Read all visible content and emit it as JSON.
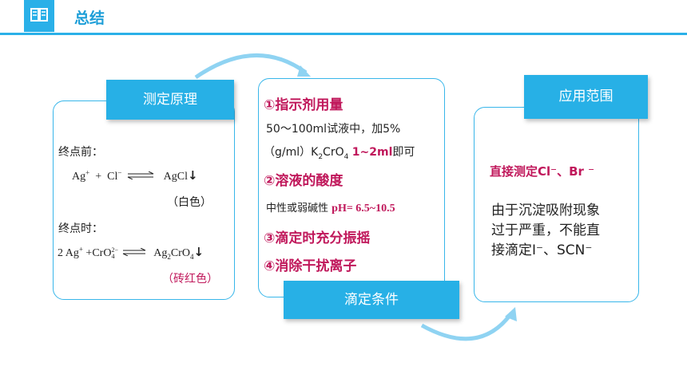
{
  "header": {
    "title": "总结",
    "icon": "book-icon",
    "accent": "#2ab0e8"
  },
  "principle": {
    "tag": "测定原理",
    "before_label": "终点前：",
    "eq1_left": "Ag",
    "eq1_plus": "+",
    "eq1_cl": "Cl",
    "eq1_minus": "−",
    "eq1_right": "AgCl",
    "eq1_color": "（白色）",
    "after_label": "终点时：",
    "eq2_coef": "2 Ag",
    "eq2_plus": "+",
    "eq2_cro": "CrO",
    "eq2_sub": "4",
    "eq2_sup": "2−",
    "eq2_right": "Ag",
    "eq2_right_sub": "2",
    "eq2_right2": "CrO",
    "eq2_right_sub2": "4",
    "eq2_color": "（砖红色）"
  },
  "conditions": {
    "tag": "滴定条件",
    "item1": "①指示剂用量",
    "item1_line1": "50～100ml试液中，加5%",
    "item1_line2a": "（g/ml）K",
    "item1_line2_sub1": "2",
    "item1_line2b": "CrO",
    "item1_line2_sub2": "4",
    "item1_line2_red": "1~2ml",
    "item1_line2c": "即可",
    "item2": "②溶液的酸度",
    "item2_text": "中性或弱碱性",
    "item2_ph": "pH= 6.5~10.5",
    "item3": "③滴定时充分振摇",
    "item4": "④消除干扰离子"
  },
  "scope": {
    "tag": "应用范围",
    "direct": "直接测定Cl⁻、Br ⁻",
    "note_line1": "由于沉淀吸附现象",
    "note_line2": "过于严重，不能直",
    "note_line3": "接滴定I⁻、SCN⁻"
  }
}
